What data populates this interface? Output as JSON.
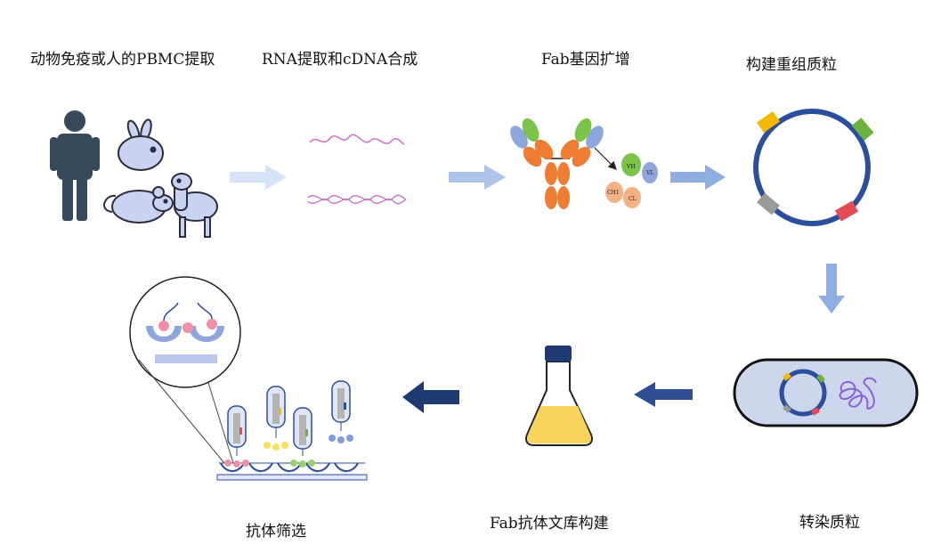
{
  "steps": {
    "step1": "动物免疫或人的PBMC提取",
    "step2": "RNA提取和cDNA合成",
    "step3": "Fab基因扩增",
    "step4": "构建重组质粒",
    "step5": "转染质粒",
    "step6": "Fab抗体文库构建",
    "step7": "抗体筛选"
  },
  "fab_labels": {
    "vh": "VH",
    "vl": "VL",
    "ch1": "CH1",
    "cl": "CL"
  },
  "colors": {
    "arrow_light": "#d6e2f5",
    "arrow_mid": "#adc4ea",
    "arrow_blue": "#8eaee2",
    "arrow_dark": "#2e4f96",
    "arrow_navy": "#1f3a70",
    "plasmid": "#2b4e9d",
    "orange": "#ee7d33",
    "green": "#7cc34a",
    "blue_domain": "#8da6dc",
    "peach": "#f4b184",
    "pink": "#ef8ea6",
    "flask_liquid": "#f8d45c"
  }
}
